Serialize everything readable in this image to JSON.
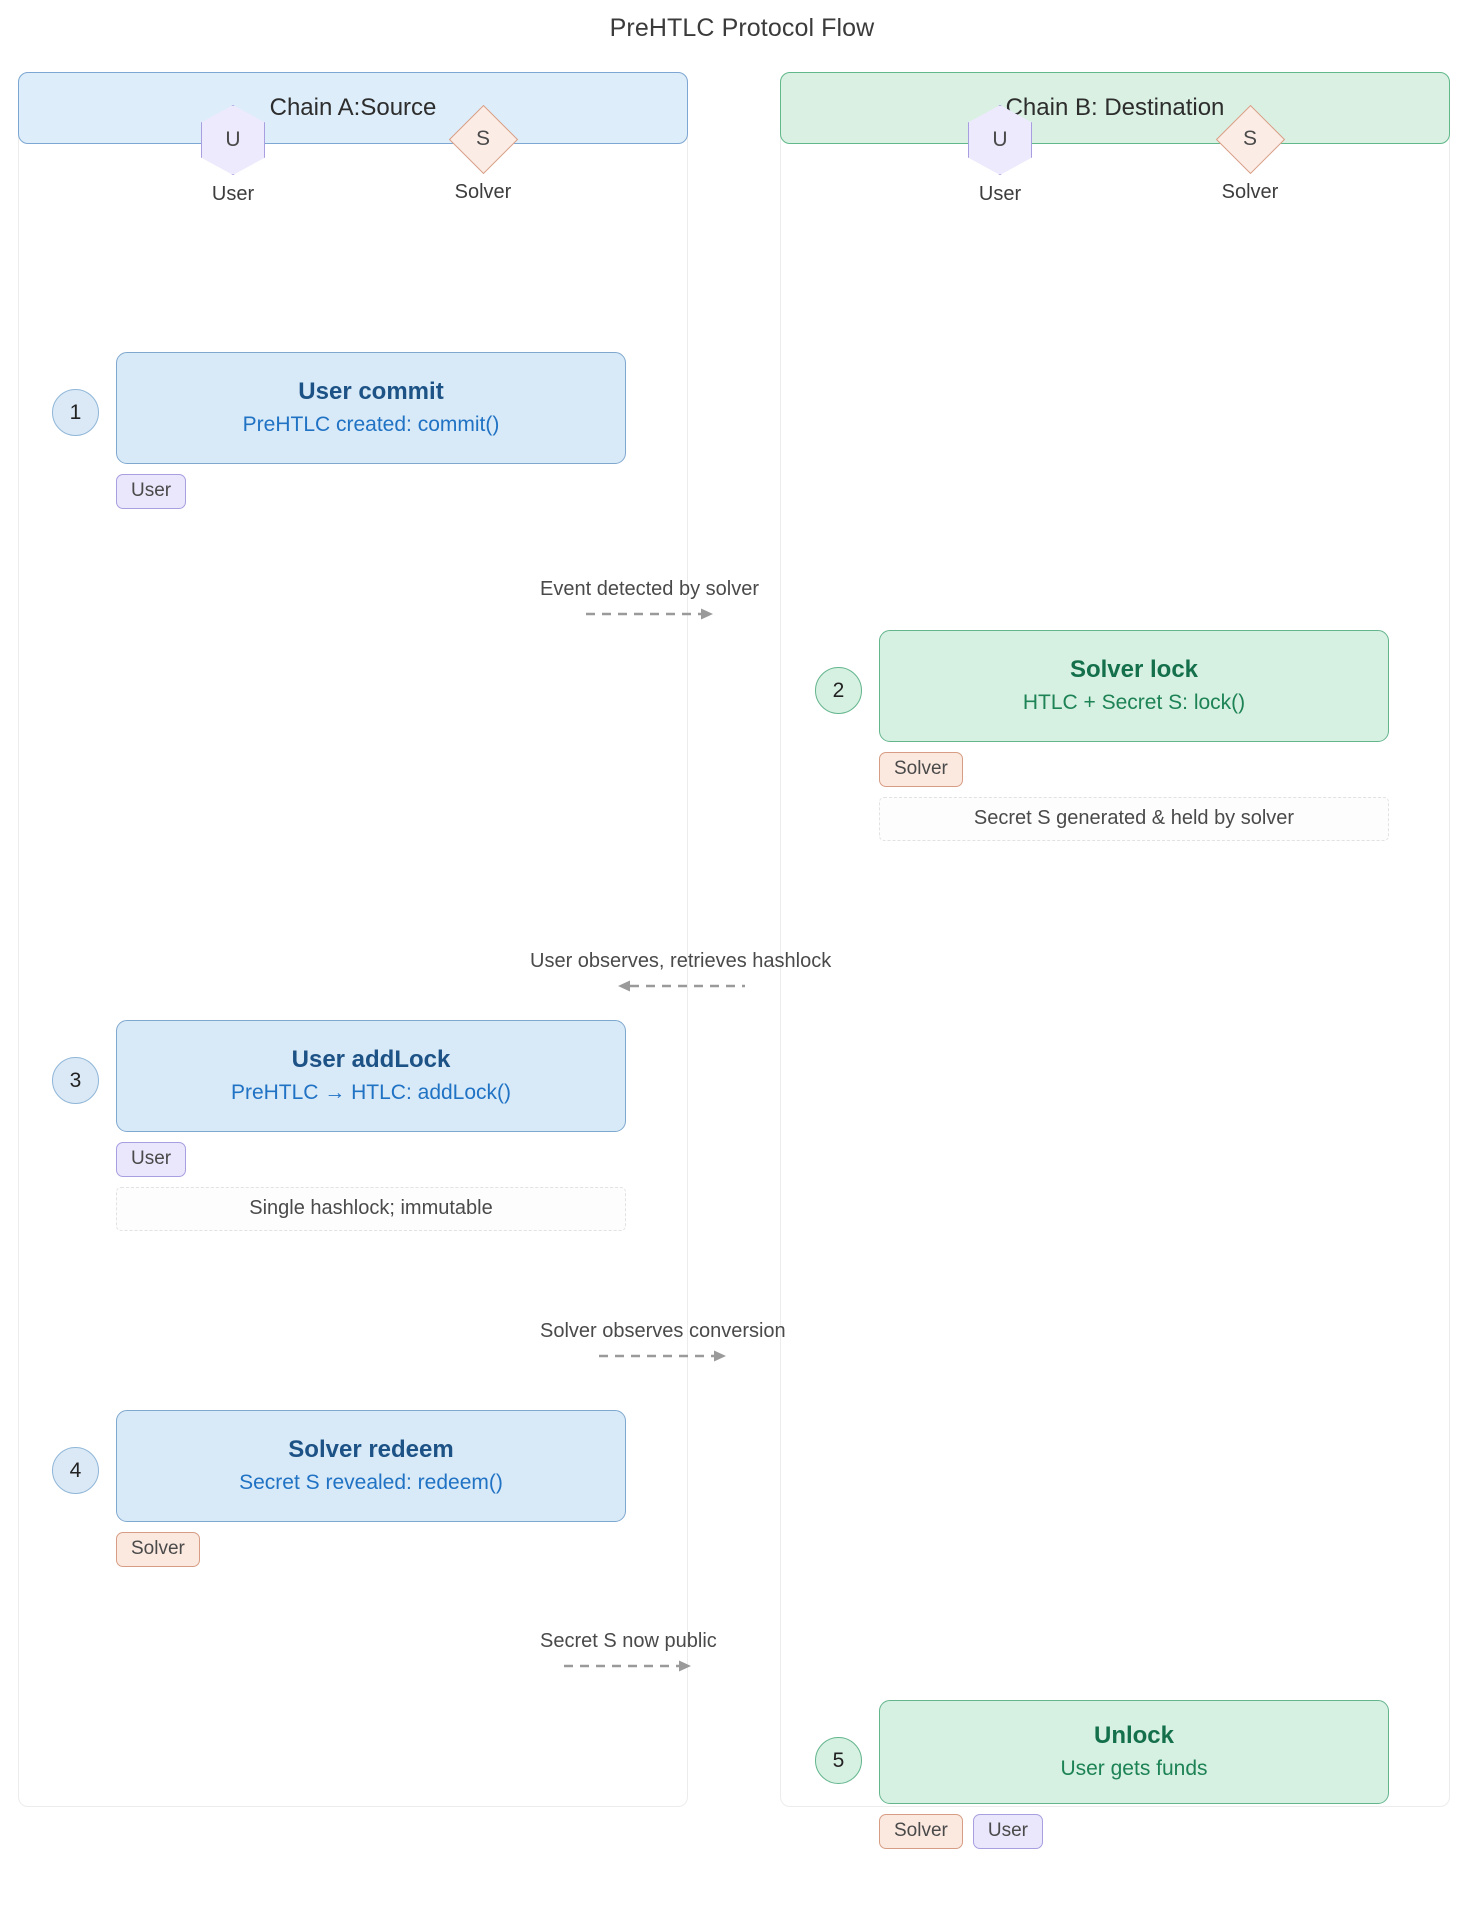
{
  "title": "PreHTLC Protocol Flow",
  "colors": {
    "blue_fill": "#d8e9f7",
    "blue_border": "#7fa8ce",
    "blue_title": "#1c5285",
    "blue_sub": "#1f72c4",
    "green_fill": "#d6f0e2",
    "green_border": "#63b58c",
    "green_title": "#14704a",
    "green_sub": "#1d8355",
    "user_badge_fill": "#eae6fb",
    "user_badge_border": "#a79fe0",
    "solver_badge_fill": "#fbe9e0",
    "solver_badge_border": "#d79d84"
  },
  "lanes": {
    "left": {
      "header": "Chain A:Source",
      "actors": [
        {
          "glyph": "U",
          "label": "User",
          "shape": "hexagon"
        },
        {
          "glyph": "S",
          "label": "Solver",
          "shape": "diamond"
        }
      ]
    },
    "right": {
      "header": "Chain B: Destination",
      "actors": [
        {
          "glyph": "U",
          "label": "User",
          "shape": "hexagon"
        },
        {
          "glyph": "S",
          "label": "Solver",
          "shape": "diamond"
        }
      ]
    }
  },
  "steps": [
    {
      "number": "1",
      "lane": "left",
      "title": "User commit",
      "subtitle": "PreHTLC created: commit()",
      "badges": [
        "User"
      ],
      "note": null
    },
    {
      "number": "2",
      "lane": "right",
      "title": "Solver lock",
      "subtitle": "HTLC + Secret S: lock()",
      "badges": [
        "Solver"
      ],
      "note": "Secret S generated & held by solver"
    },
    {
      "number": "3",
      "lane": "left",
      "title": "User addLock",
      "subtitle": "PreHTLC → HTLC: addLock()",
      "badges": [
        "User"
      ],
      "note": "Single hashlock; immutable"
    },
    {
      "number": "4",
      "lane": "left",
      "title": "Solver redeem",
      "subtitle": "Secret S revealed: redeem()",
      "badges": [
        "Solver"
      ],
      "note": null
    },
    {
      "number": "5",
      "lane": "right",
      "title": "Unlock",
      "subtitle": "User gets funds",
      "badges": [
        "Solver",
        "User"
      ],
      "note": null
    }
  ],
  "connectors": [
    {
      "label": "Event detected by solver",
      "direction": "right"
    },
    {
      "label": "User observes, retrieves hashlock",
      "direction": "left"
    },
    {
      "label": "Solver observes conversion",
      "direction": "right"
    },
    {
      "label": "Secret S now public",
      "direction": "right"
    }
  ]
}
